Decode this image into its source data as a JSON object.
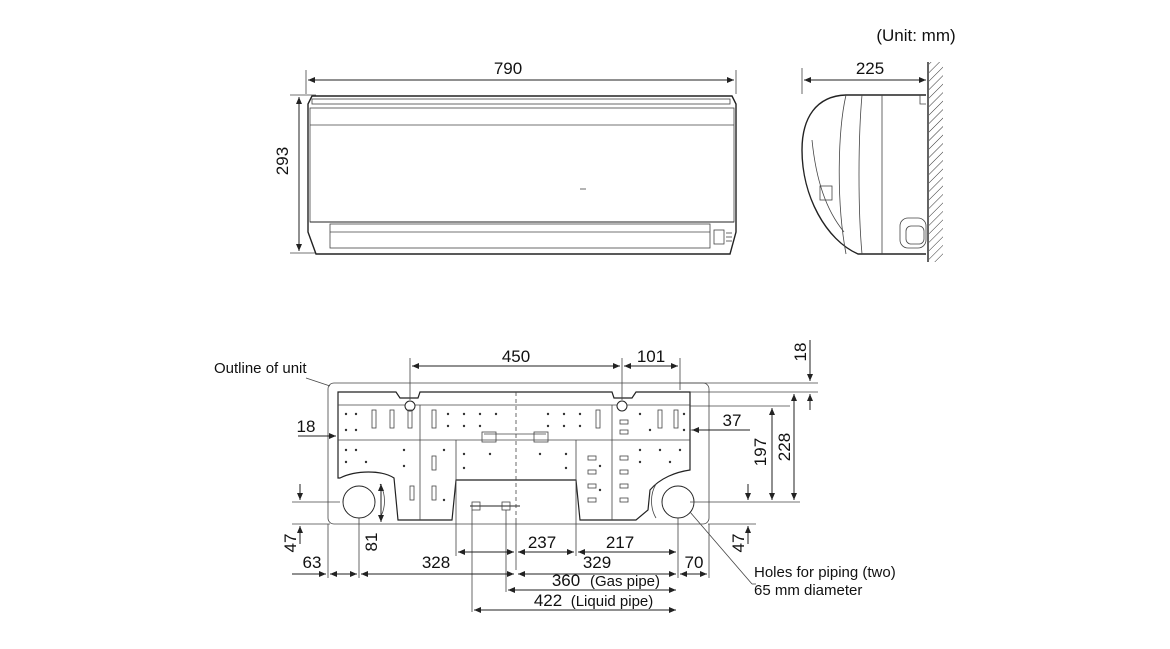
{
  "unit_note": "(Unit: mm)",
  "front_view": {
    "width": "790",
    "height": "293"
  },
  "side_view": {
    "depth": "225"
  },
  "plate_view": {
    "outline_label": "Outline of unit",
    "top_dims": [
      "450",
      "101"
    ],
    "right_top_dim": "18",
    "left_dim": "18",
    "right_dims": [
      "37",
      "197",
      "228"
    ],
    "left_vertical_dims": [
      "47",
      "81"
    ],
    "right_vertical_dim": "47",
    "bottom_row1": [
      "63",
      "328",
      "237",
      "329",
      "217",
      "70"
    ],
    "gas_pipe_value": "360",
    "gas_pipe_label": "(Gas pipe)",
    "liquid_pipe_value": "422",
    "liquid_pipe_label": "(Liquid pipe)",
    "holes_note_line1": "Holes for piping (two)",
    "holes_note_line2": "65 mm diameter"
  },
  "colors": {
    "line": "#222222",
    "background": "#ffffff"
  }
}
